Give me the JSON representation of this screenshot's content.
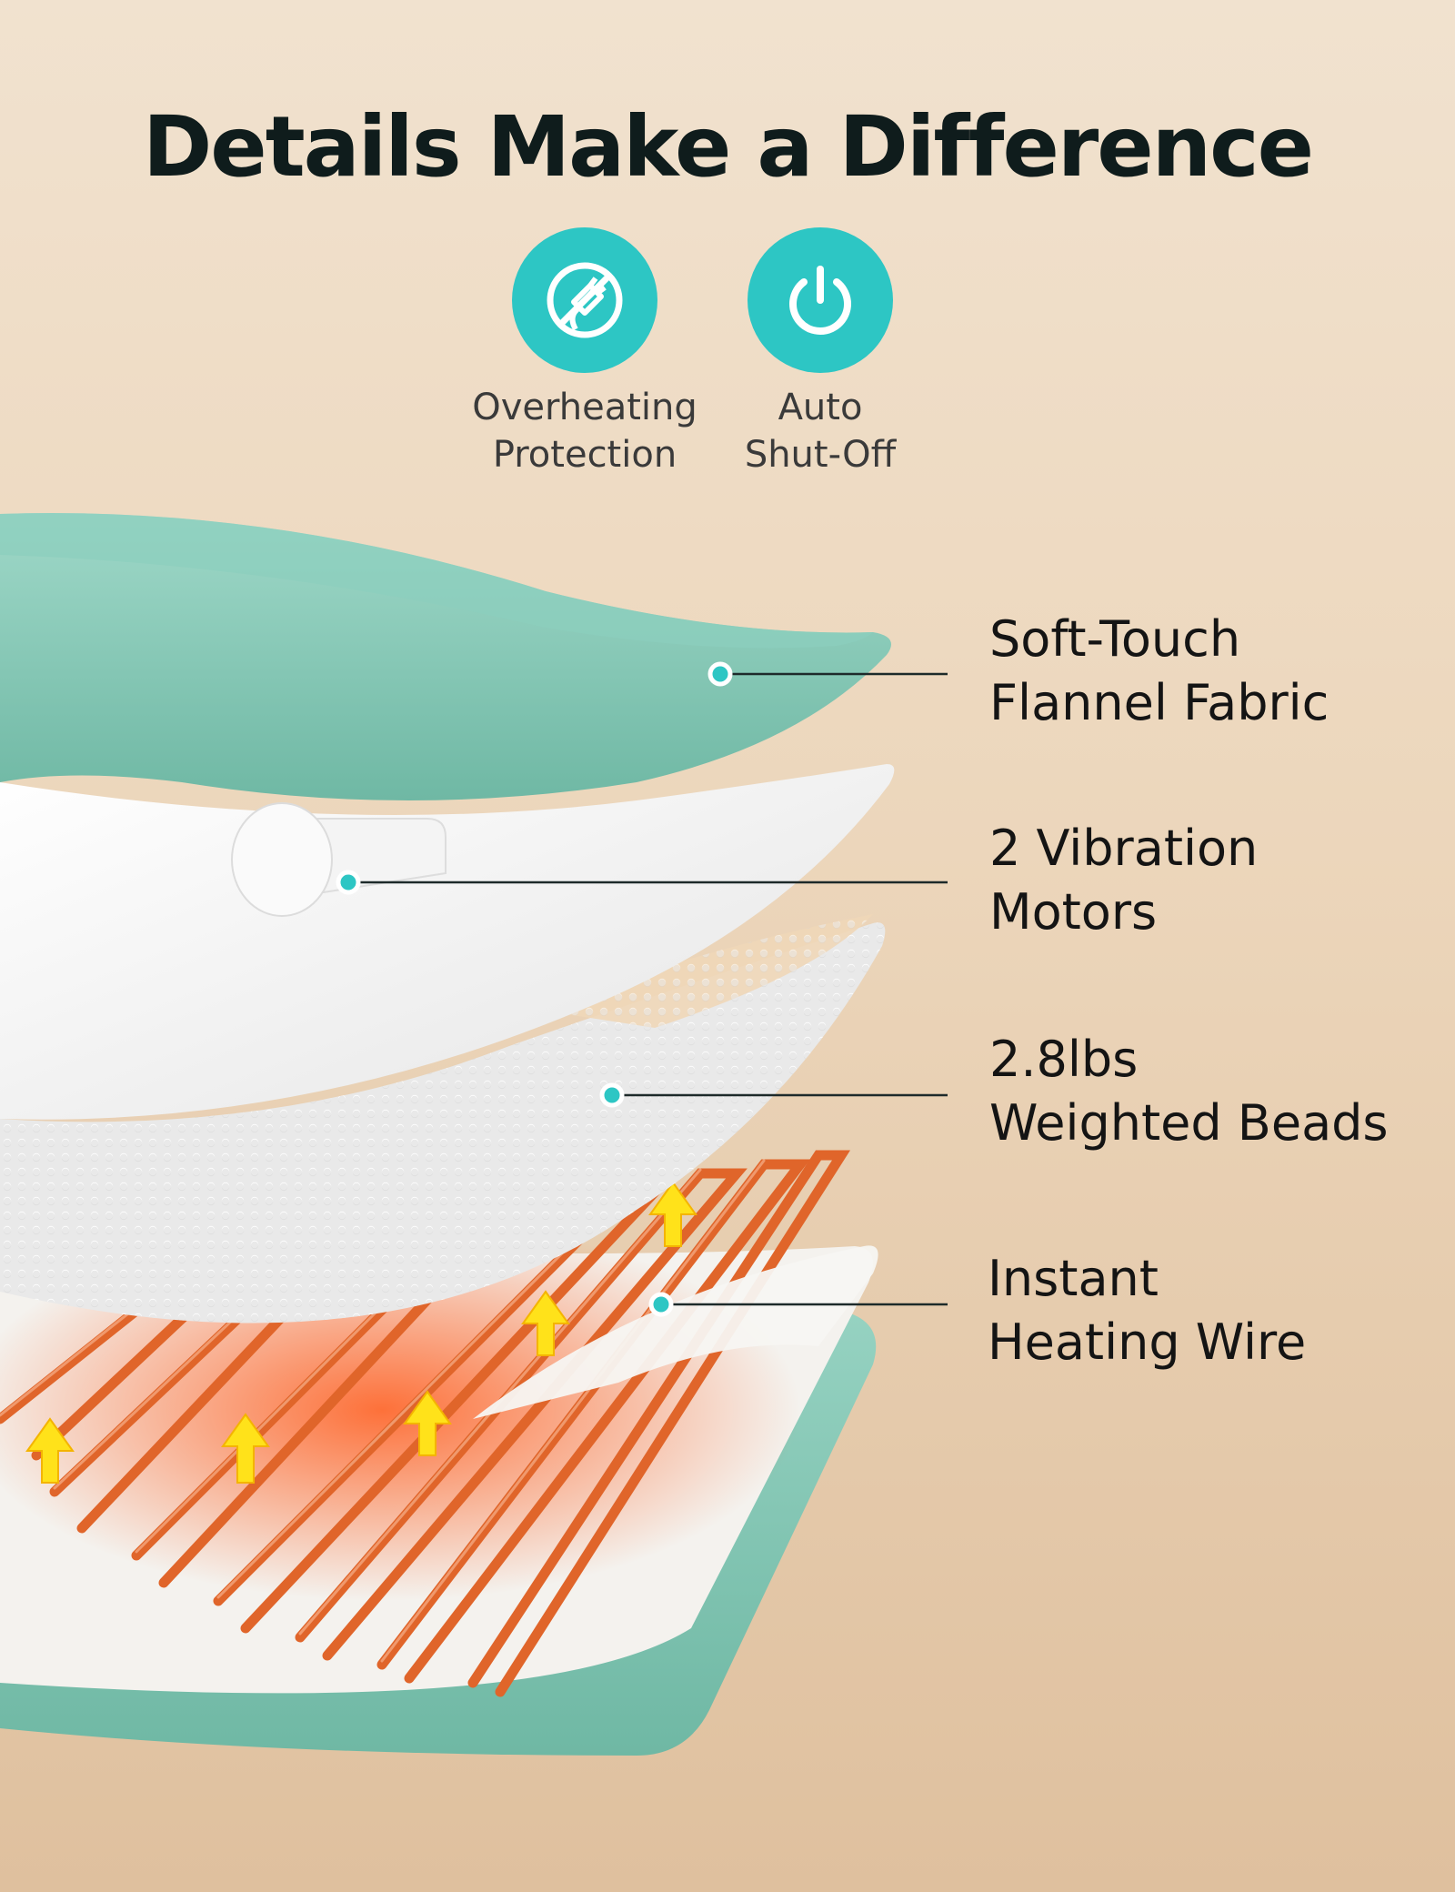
{
  "title": "Details Make a Difference",
  "features": [
    {
      "icon": "no-plug-icon",
      "line1": "Overheating",
      "line2": "Protection"
    },
    {
      "icon": "power-icon",
      "line1": "Auto",
      "line2": "Shut-Off"
    }
  ],
  "layers": [
    {
      "line1": "Soft-Touch",
      "line2": "Flannel Fabric"
    },
    {
      "line1": "2 Vibration",
      "line2": "Motors"
    },
    {
      "line1": "2.8lbs",
      "line2": "Weighted Beads"
    },
    {
      "line1": "Instant",
      "line2": "Heating Wire"
    }
  ],
  "colors": {
    "accent": "#2dc6c4",
    "fabric": "#7ec6b4",
    "heating_wire": "#e0652a",
    "arrow": "#ffe21a"
  }
}
